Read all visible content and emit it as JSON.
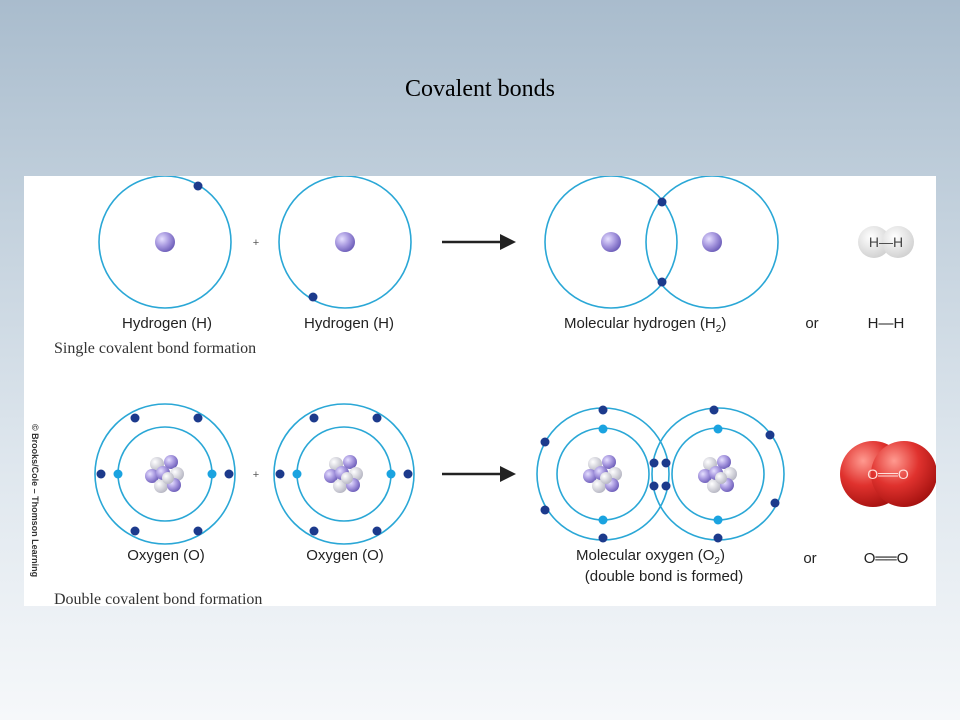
{
  "slide": {
    "title": "Covalent bonds"
  },
  "single_bond": {
    "plus": "+",
    "left_label": "Hydrogen (H)",
    "right_label": "Hydrogen (H)",
    "product_label": "Molecular hydrogen (H",
    "product_sub": "2",
    "product_suffix": ")",
    "or": "or",
    "model_label": "H—H",
    "formula": "H—H",
    "caption": "Single covalent bond formation"
  },
  "double_bond": {
    "plus": "+",
    "left_label": "Oxygen (O)",
    "right_label": "Oxygen (O)",
    "product_label": "Molecular oxygen (O",
    "product_sub": "2",
    "product_suffix": ")",
    "product_note": "(double bond is formed)",
    "or": "or",
    "model_label": "O══O",
    "formula": "O══O",
    "caption": "Double covalent bond formation"
  },
  "credit": "© Brooks/Cole – Thomson Learning",
  "colors": {
    "orbit": "#2aa7d6",
    "electron_outer": "#1c3a8c",
    "electron_inner": "#1aa3e0",
    "nucleus": "#9b8fd6",
    "oxygen_model": "#e0322e"
  }
}
